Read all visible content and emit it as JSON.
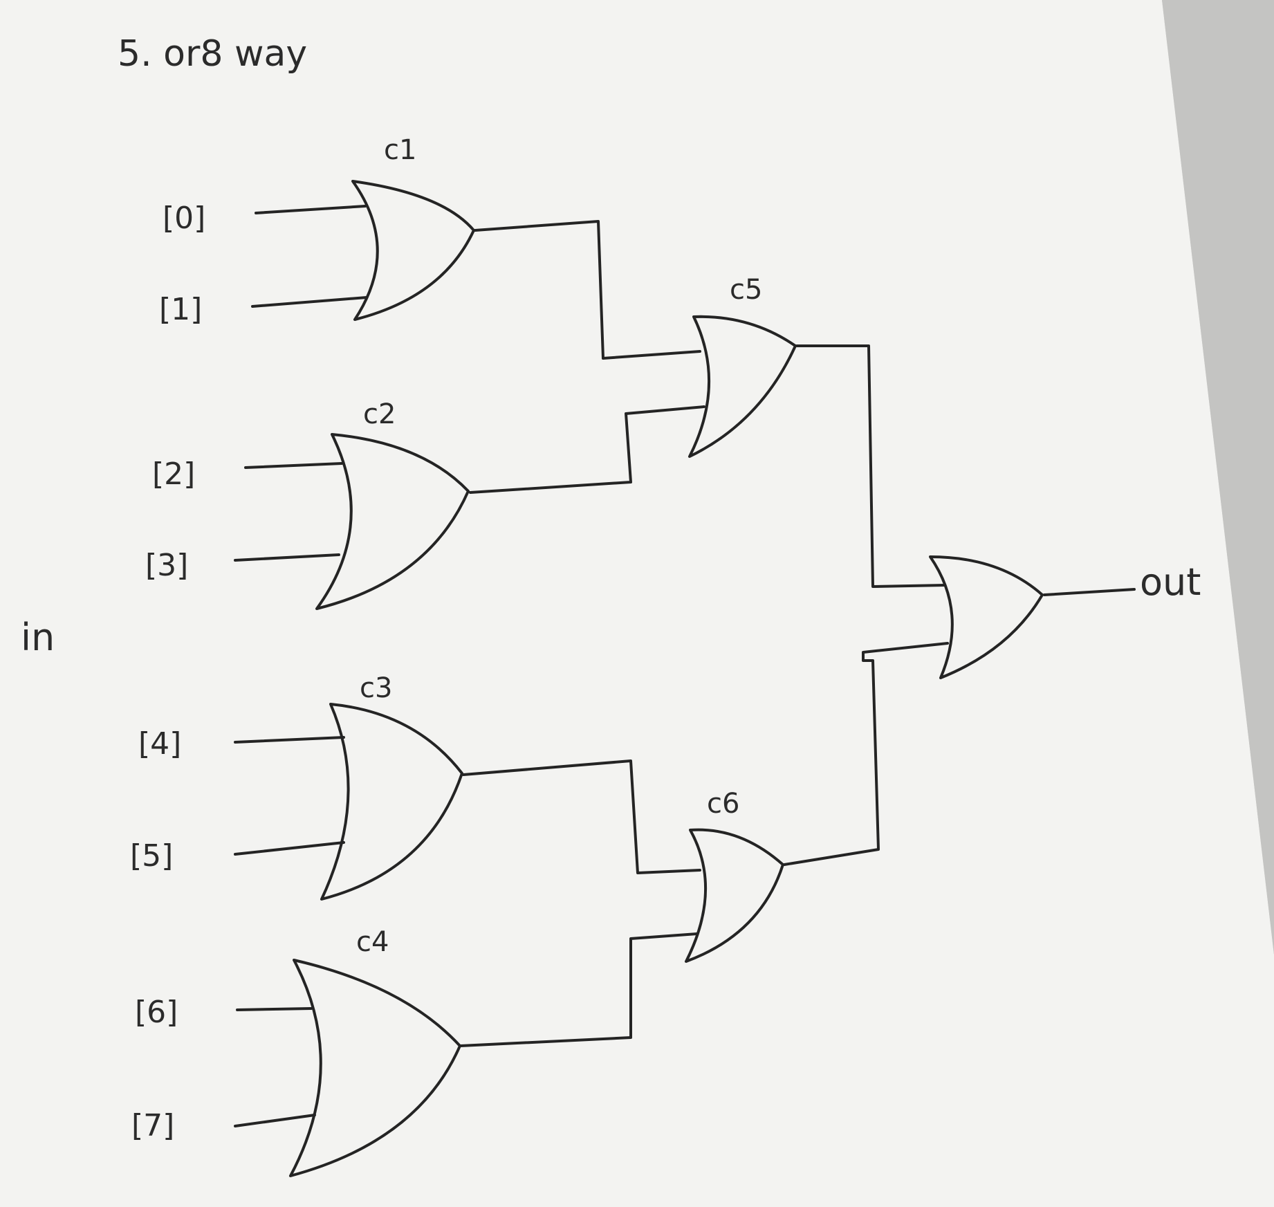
{
  "title": "5. or8 way",
  "input_bus_label": "in",
  "output_label": "out",
  "inputs": [
    "[0]",
    "[1]",
    "[2]",
    "[3]",
    "[4]",
    "[5]",
    "[6]",
    "[7]"
  ],
  "gates": [
    {
      "id": "c1",
      "label": "c1",
      "type": "OR"
    },
    {
      "id": "c2",
      "label": "c2",
      "type": "OR"
    },
    {
      "id": "c3",
      "label": "c3",
      "type": "OR"
    },
    {
      "id": "c4",
      "label": "c4",
      "type": "OR"
    },
    {
      "id": "c5",
      "label": "c5",
      "type": "OR"
    },
    {
      "id": "c6",
      "label": "c6",
      "type": "OR"
    },
    {
      "id": "out",
      "label": "",
      "type": "OR"
    }
  ],
  "connections": [
    {
      "from": "[0]",
      "to": "c1"
    },
    {
      "from": "[1]",
      "to": "c1"
    },
    {
      "from": "[2]",
      "to": "c2"
    },
    {
      "from": "[3]",
      "to": "c2"
    },
    {
      "from": "[4]",
      "to": "c3"
    },
    {
      "from": "[5]",
      "to": "c3"
    },
    {
      "from": "[6]",
      "to": "c4"
    },
    {
      "from": "[7]",
      "to": "c4"
    },
    {
      "from": "c1",
      "to": "c5"
    },
    {
      "from": "c2",
      "to": "c5"
    },
    {
      "from": "c3",
      "to": "c6"
    },
    {
      "from": "c4",
      "to": "c6"
    },
    {
      "from": "c5",
      "to": "out"
    },
    {
      "from": "c6",
      "to": "out"
    }
  ],
  "colors": {
    "paper": "#f3f3f1",
    "ink": "#242424",
    "background": "#cfcfcd"
  }
}
